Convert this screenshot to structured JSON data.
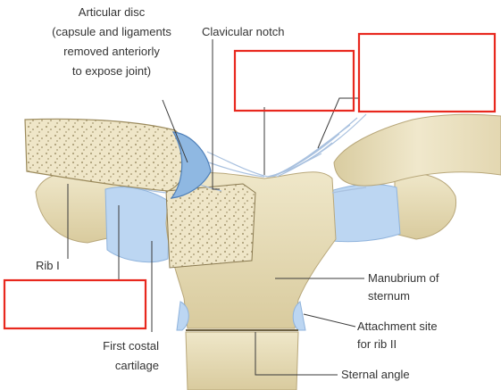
{
  "labels": {
    "articular_disc": [
      "Articular disc",
      "(capsule and ligaments",
      "removed anteriorly",
      "to  expose joint)"
    ],
    "clavicular_notch": "Clavicular notch",
    "rib_i": "Rib I",
    "manubrium": [
      "Manubrium of",
      "sternum"
    ],
    "attachment_site": [
      "Attachment site",
      "for rib II"
    ],
    "first_costal_cartilage": [
      "First costal",
      "cartilage"
    ],
    "sternal_angle": "Sternal angle"
  },
  "answer_boxes": [
    {
      "name": "answer-box-top-center",
      "value": ""
    },
    {
      "name": "answer-box-top-right",
      "value": ""
    },
    {
      "name": "answer-box-bottom-left",
      "value": ""
    }
  ],
  "colors": {
    "bone": "#e9dfbf",
    "bone_shadow": "#cbb98a",
    "cartilage": "#bcd6f2",
    "ligament": "#9fb9dc",
    "answer_box": "#e8281e",
    "leader": "#3a3a3a"
  }
}
